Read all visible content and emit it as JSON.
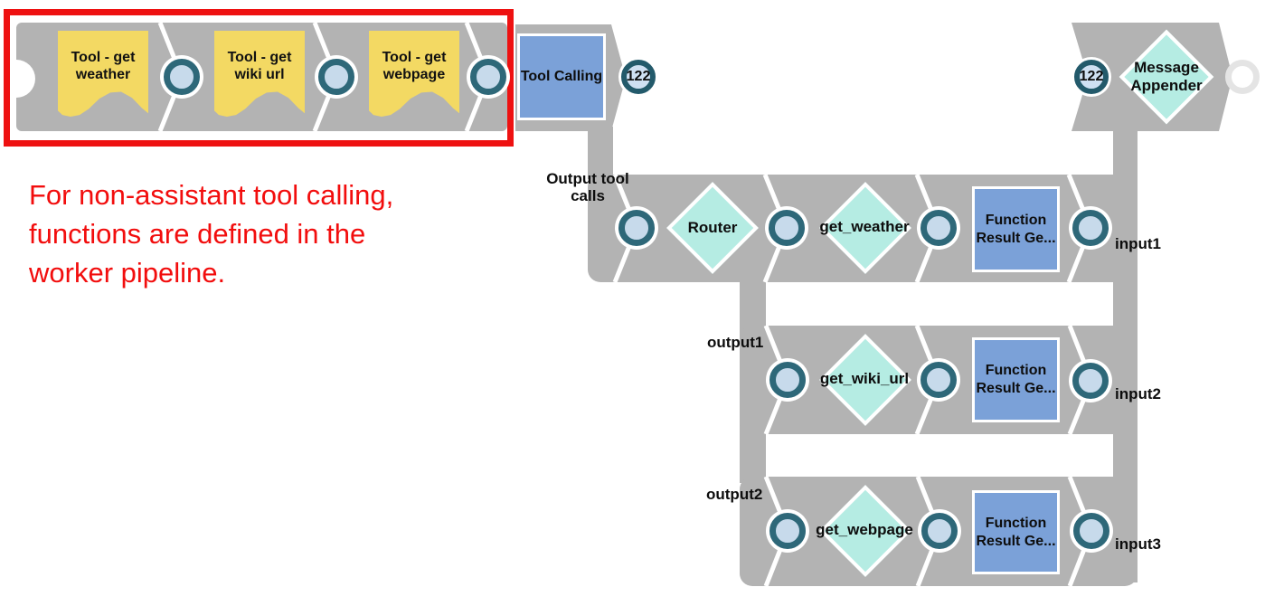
{
  "annotation": {
    "lines": [
      "For non-assistant tool calling,",
      "functions are defined in the",
      "worker pipeline."
    ],
    "box_color": "#ee1111",
    "text_color": "#f20d0d"
  },
  "colors": {
    "band": "#b3b3b3",
    "separator": "#ffffff",
    "note_yellow": "#f3d963",
    "diamond_teal": "#b5ece3",
    "square_blue": "#7ba1d8",
    "port_fill": "#c7daeb",
    "port_ring": "#2e6879",
    "badge_fill": "#cfe0f2",
    "badge_ring": "#235a6b",
    "end_ring": "#e4e4e4"
  },
  "tool_notes": [
    {
      "label": "Tool - get weather"
    },
    {
      "label": "Tool - get wiki url"
    },
    {
      "label": "Tool - get webpage"
    }
  ],
  "nodes": {
    "tool_calling": {
      "label": "Tool Calling",
      "badge": "122"
    },
    "router": {
      "label": "Router"
    },
    "get_weather": {
      "label": "get_weather"
    },
    "function_result_1": {
      "label": "Function Result Ge..."
    },
    "get_wiki_url": {
      "label": "get_wiki_url"
    },
    "function_result_2": {
      "label": "Function Result Ge..."
    },
    "get_webpage": {
      "label": "get_webpage"
    },
    "function_result_3": {
      "label": "Function Result Ge..."
    },
    "message_appender": {
      "label": "Message Appender",
      "badge": "122"
    }
  },
  "port_labels": {
    "output_tool_calls": "Output tool calls",
    "output1": "output1",
    "output2": "output2",
    "input1": "input1",
    "input2": "input2",
    "input3": "input3"
  }
}
